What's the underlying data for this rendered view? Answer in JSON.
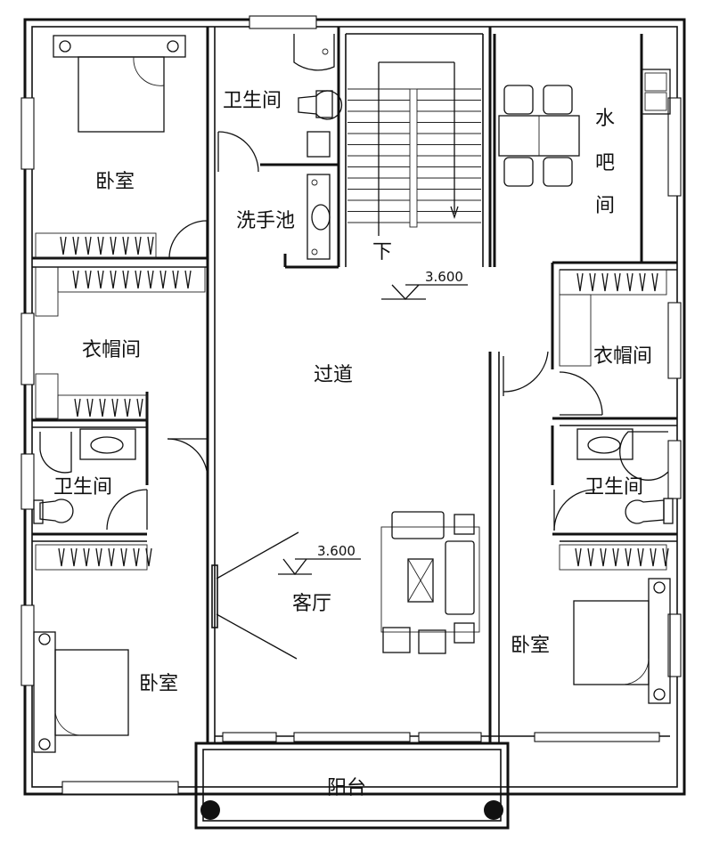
{
  "rooms": {
    "bedroom_top_left": "卧室",
    "bathroom_top": "卫生间",
    "washbasin": "洗手池",
    "stair_down": "下",
    "water_bar": [
      "水",
      "吧",
      "间"
    ],
    "elevation_top": "3.600",
    "corridor": "过道",
    "closet_left": "衣帽间",
    "closet_right": "衣帽间",
    "bathroom_left": "卫生间",
    "bathroom_right": "卫生间",
    "elevation_living": "3.600",
    "living_room": "客厅",
    "bedroom_bottom_left": "卧室",
    "bedroom_bottom_right": "卧室",
    "balcony": "阳台"
  }
}
